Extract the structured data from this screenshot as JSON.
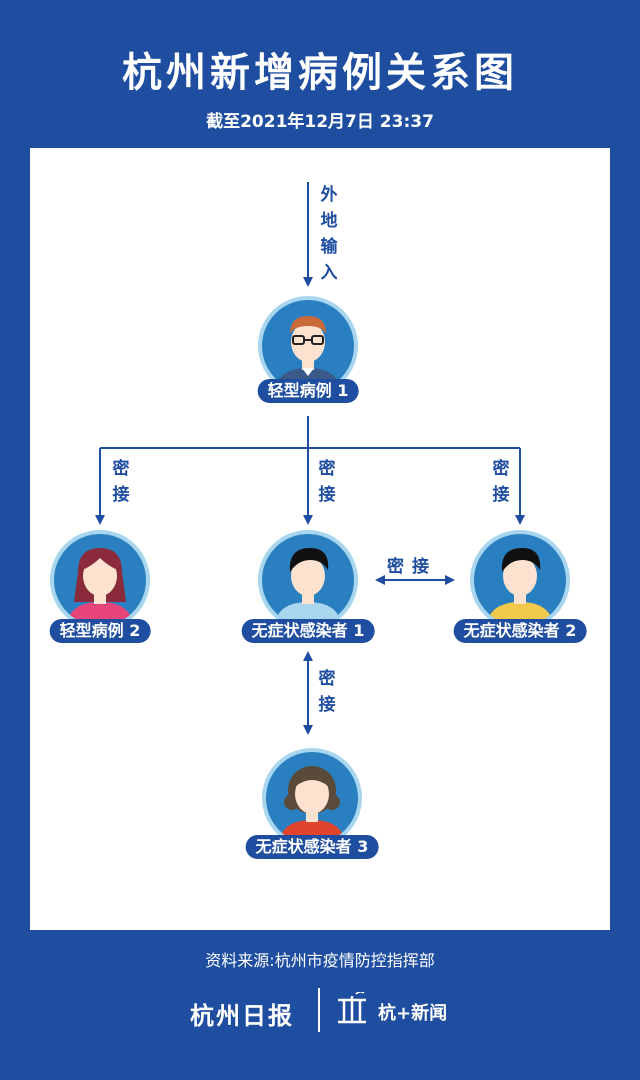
{
  "header": {
    "title": "杭州新增病例关系图",
    "subtitle": "截至2021年12月7日 23:37"
  },
  "edges": {
    "import_label": "外地输入",
    "contact_label": "密接"
  },
  "nodes": [
    {
      "id": "case1",
      "label": "轻型病例 1",
      "gender": "male-glasses",
      "shirt": "#3a5a8a"
    },
    {
      "id": "case2",
      "label": "轻型病例 2",
      "gender": "female-long",
      "shirt": "#e8467a"
    },
    {
      "id": "asym1",
      "label": "无症状感染者 1",
      "gender": "male-hair",
      "shirt": "#a9d6ef"
    },
    {
      "id": "asym2",
      "label": "无症状感染者 2",
      "gender": "male-hair",
      "shirt": "#f2c94c"
    },
    {
      "id": "asym3",
      "label": "无症状感染者 3",
      "gender": "female-curly",
      "shirt": "#e0432e"
    }
  ],
  "footer": {
    "source": "资料来源:杭州市疫情防控指挥部",
    "brand_paper": "杭州日报",
    "brand_app": "杭+新闻"
  },
  "colors": {
    "background": "#1f4ea1",
    "circle": "#2a7fc0",
    "circle_ring": "#a9d6ef",
    "skin": "#fde2cf"
  }
}
